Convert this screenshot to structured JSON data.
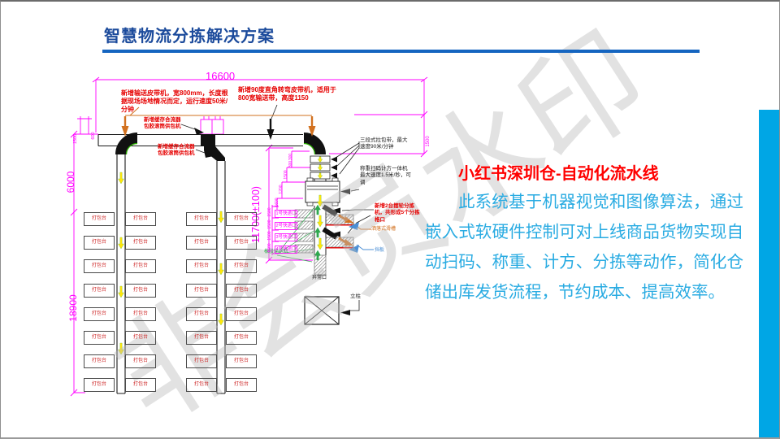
{
  "slide": {
    "title": "智慧物流分拣解决方案",
    "watermark": "非会员水印"
  },
  "right_panel": {
    "heading": "小红书深圳仓-自动化流水线",
    "body": "此系统基于机器视觉和图像算法，通过嵌入式软硬件控制可对上线商品货物实现自动扫码、称重、计方、分拣等动作，简化仓储出库发货流程，节约成本、提高效率。"
  },
  "diagram": {
    "dims": {
      "total_width": "16600",
      "upper_left_height": "6000",
      "lower_left_height": "18900",
      "line_height": "11700(±100)",
      "top_small_1": "1500",
      "top_small_2": "600",
      "right_drop": "1500",
      "chain": [
        "300",
        "300",
        "1500",
        "1200",
        "1600"
      ],
      "port_pitch": [
        "1500",
        "1500",
        "1500",
        "1500"
      ]
    },
    "notes": {
      "new_belt": "新增输送皮带机，宽800mm，长度根据现场场地情况而定，运行速度50米/分钟",
      "corner_belt": "新增90度直角转弯皮带机，适用于800宽输送带，高度1150",
      "merge_feeder_1": "新增缓存合流器包胶滚筒供包机",
      "merge_feeder_2": "新增缓存合流器包胶滚筒供包机",
      "pull_belt": "三段式拉包带，最大速度90米/分钟",
      "scale_scanner": "称重扫码计方一体机最大速度1.5米/秒，可调",
      "wheel_sorter": "新增2台摆轮分拣机，共形成5个分拣格口",
      "drop_chute": "洒落式滑槽",
      "baffle": "挡板",
      "rubber_conveyor": "橡胶输送机",
      "exception_port": "异常口",
      "pillar": "立柱"
    },
    "ports": [
      "1号快递口",
      "2号快递口",
      "3号快递口",
      "4号快递口"
    ],
    "packing": {
      "label": "打包台",
      "rows": 8,
      "cols": 4
    }
  },
  "colors": {
    "title_blue": "#1c4b9c",
    "rule_blue": "#1565c0",
    "accent_bar_blue": "#00a6e5",
    "heading_red": "#ff0000",
    "body_blue": "#29abe2",
    "dimension_magenta": "#ff00ff",
    "annotation_red": "#e60000"
  }
}
